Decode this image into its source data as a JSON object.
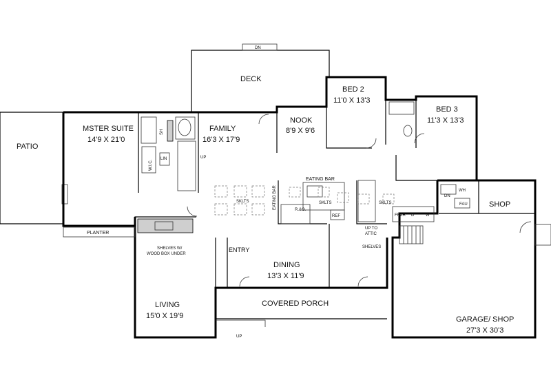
{
  "rooms": {
    "deck": "DECK",
    "deck_dn": "DN",
    "patio": "PATIO",
    "master_name": "MSTER SUITE",
    "master_size": "14'9 X 21'0",
    "family_name": "FAMILY",
    "family_size": "16'3 X 17'9",
    "nook_name": "NOOK",
    "nook_size": "8'9 X 9'6",
    "bed2_name": "BED 2",
    "bed2_size": "11'0 X 13'3",
    "bed3_name": "BED 3",
    "bed3_size": "11'3 X 13'3",
    "shop": "SHOP",
    "garage_name": "GARAGE/ SHOP",
    "garage_size": "27'3 X 30'3",
    "living_name": "LIVING",
    "living_size": "15'0 X 19'9",
    "dining_name": "DINING",
    "dining_size": "13'3 X 11'9",
    "entry": "ENTRY",
    "covered_porch": "COVERED PORCH",
    "planter": "PLANTER"
  },
  "notes": {
    "eating_bar_top": "EATING BAR",
    "eating_bar_side": "EATING BAR",
    "skylts_1": "SKLTS",
    "skylts_2": "SKLTS",
    "skylts_3": "SKLTS",
    "shelves_wood_1": "SHELVES W/",
    "shelves_wood_2": "WOOD BOX UNDER",
    "up_to_attic_1": "UP TO",
    "up_to_attic_2": "ATTIC",
    "shelves": "SHELVES",
    "up_family": "UP",
    "up_porch": "UP",
    "dn_garage": "DN",
    "wh": "WH",
    "fau": "FAU",
    "frzr": "FRZR",
    "d": "D",
    "w": "W",
    "ro": "R.&O.",
    "ref": "REF",
    "lin": "LIN",
    "wic": "W.I.C.",
    "sh": "SH"
  }
}
